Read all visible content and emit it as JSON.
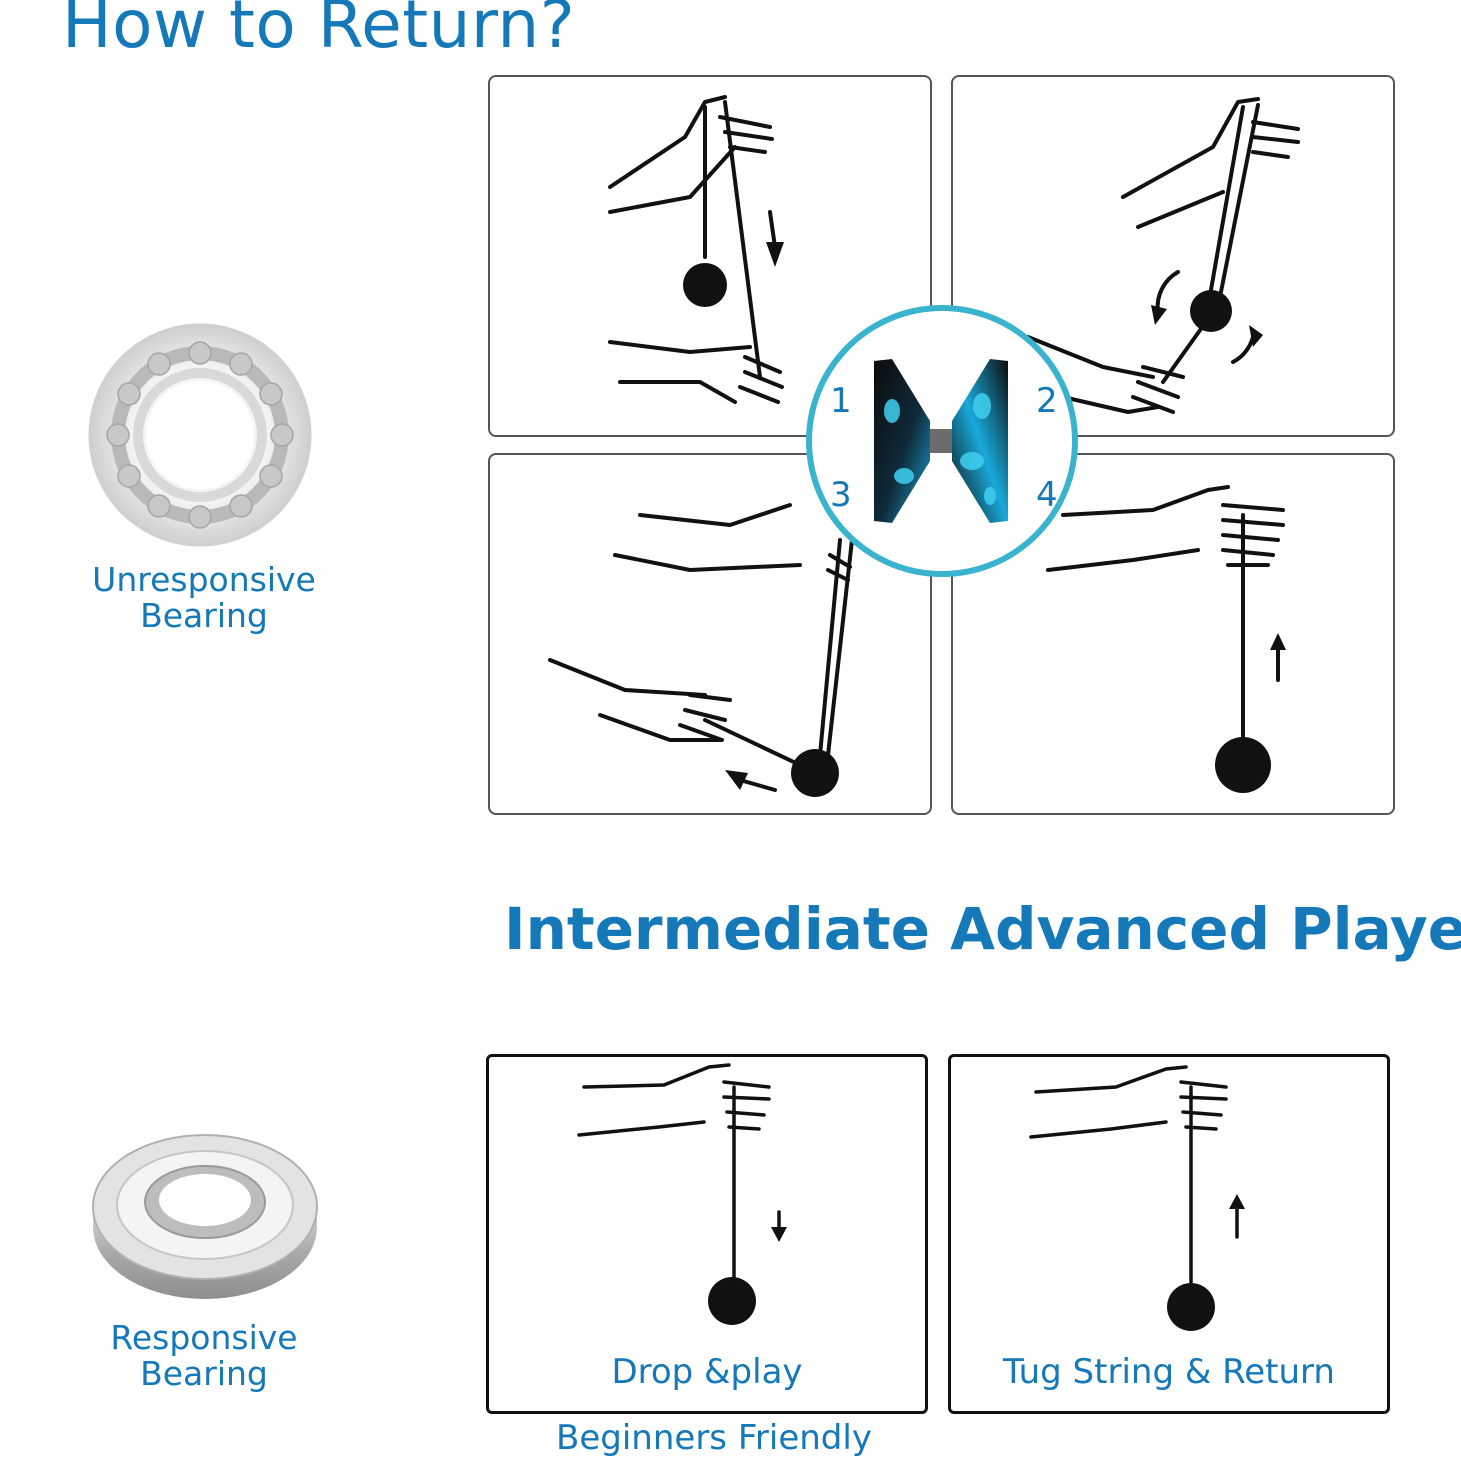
{
  "title": "How to Return?",
  "subtitle": "Intermediate Advanced Player",
  "bearings": {
    "unresponsive": "Unresponsive Bearing",
    "responsive": "Responsive Bearing"
  },
  "steps": [
    "1",
    "2",
    "3",
    "4"
  ],
  "basic": {
    "drop": "Drop &play",
    "tug": "Tug String & Return",
    "footer": "Beginners Friendly"
  },
  "colors": {
    "heading_blue": "#1578b8",
    "badge_ring": "#3ab3cf",
    "yoyo_accent": "#19a9d9"
  }
}
